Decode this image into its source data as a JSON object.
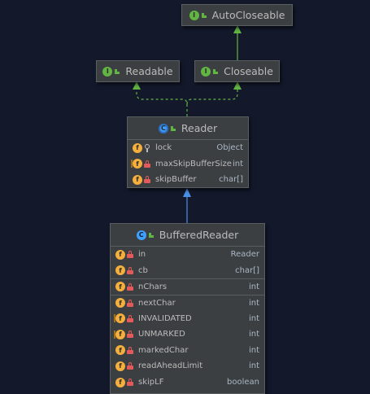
{
  "diagram": {
    "interfaces": [
      {
        "id": "autocloseable",
        "name": "AutoCloseable",
        "kind": "I"
      },
      {
        "id": "readable",
        "name": "Readable",
        "kind": "I"
      },
      {
        "id": "closeable",
        "name": "Closeable",
        "kind": "I"
      }
    ],
    "reader": {
      "name": "Reader",
      "kind": "abstract class",
      "fields": [
        {
          "name": "lock",
          "type": "Object",
          "visibility": "protected"
        },
        {
          "name": "maxSkipBufferSize",
          "type": "int",
          "visibility": "private",
          "static": true
        },
        {
          "name": "skipBuffer",
          "type": "char[]",
          "visibility": "private"
        }
      ]
    },
    "buffered_reader": {
      "name": "BufferedReader",
      "kind": "class",
      "fields": [
        {
          "name": "in",
          "type": "Reader",
          "visibility": "private"
        },
        {
          "name": "cb",
          "type": "char[]",
          "visibility": "private"
        },
        {
          "name": "nChars",
          "type": "int",
          "visibility": "private"
        },
        {
          "name": "nextChar",
          "type": "int",
          "visibility": "private"
        },
        {
          "name": "INVALIDATED",
          "type": "int",
          "visibility": "private",
          "static": true
        },
        {
          "name": "UNMARKED",
          "type": "int",
          "visibility": "private",
          "static": true
        },
        {
          "name": "markedChar",
          "type": "int",
          "visibility": "private"
        },
        {
          "name": "readAheadLimit",
          "type": "int",
          "visibility": "private"
        },
        {
          "name": "skipLF",
          "type": "boolean",
          "visibility": "private"
        }
      ]
    },
    "relations": [
      {
        "from": "closeable",
        "to": "autocloseable",
        "type": "extends",
        "style": "solid",
        "color": "#62b543"
      },
      {
        "from": "reader",
        "to": "readable",
        "type": "implements",
        "style": "dashed",
        "color": "#62b543"
      },
      {
        "from": "reader",
        "to": "closeable",
        "type": "implements",
        "style": "dashed",
        "color": "#62b543"
      },
      {
        "from": "buffered_reader",
        "to": "reader",
        "type": "extends",
        "style": "solid",
        "color": "#4b8fe8"
      }
    ]
  },
  "colors": {
    "background": "#13192b",
    "node": "#3c3f41",
    "interface_badge": "#62b543",
    "class_badge": "#40a0ff",
    "field_badge": "#f4af3d",
    "private_lock": "#e25a5a"
  }
}
